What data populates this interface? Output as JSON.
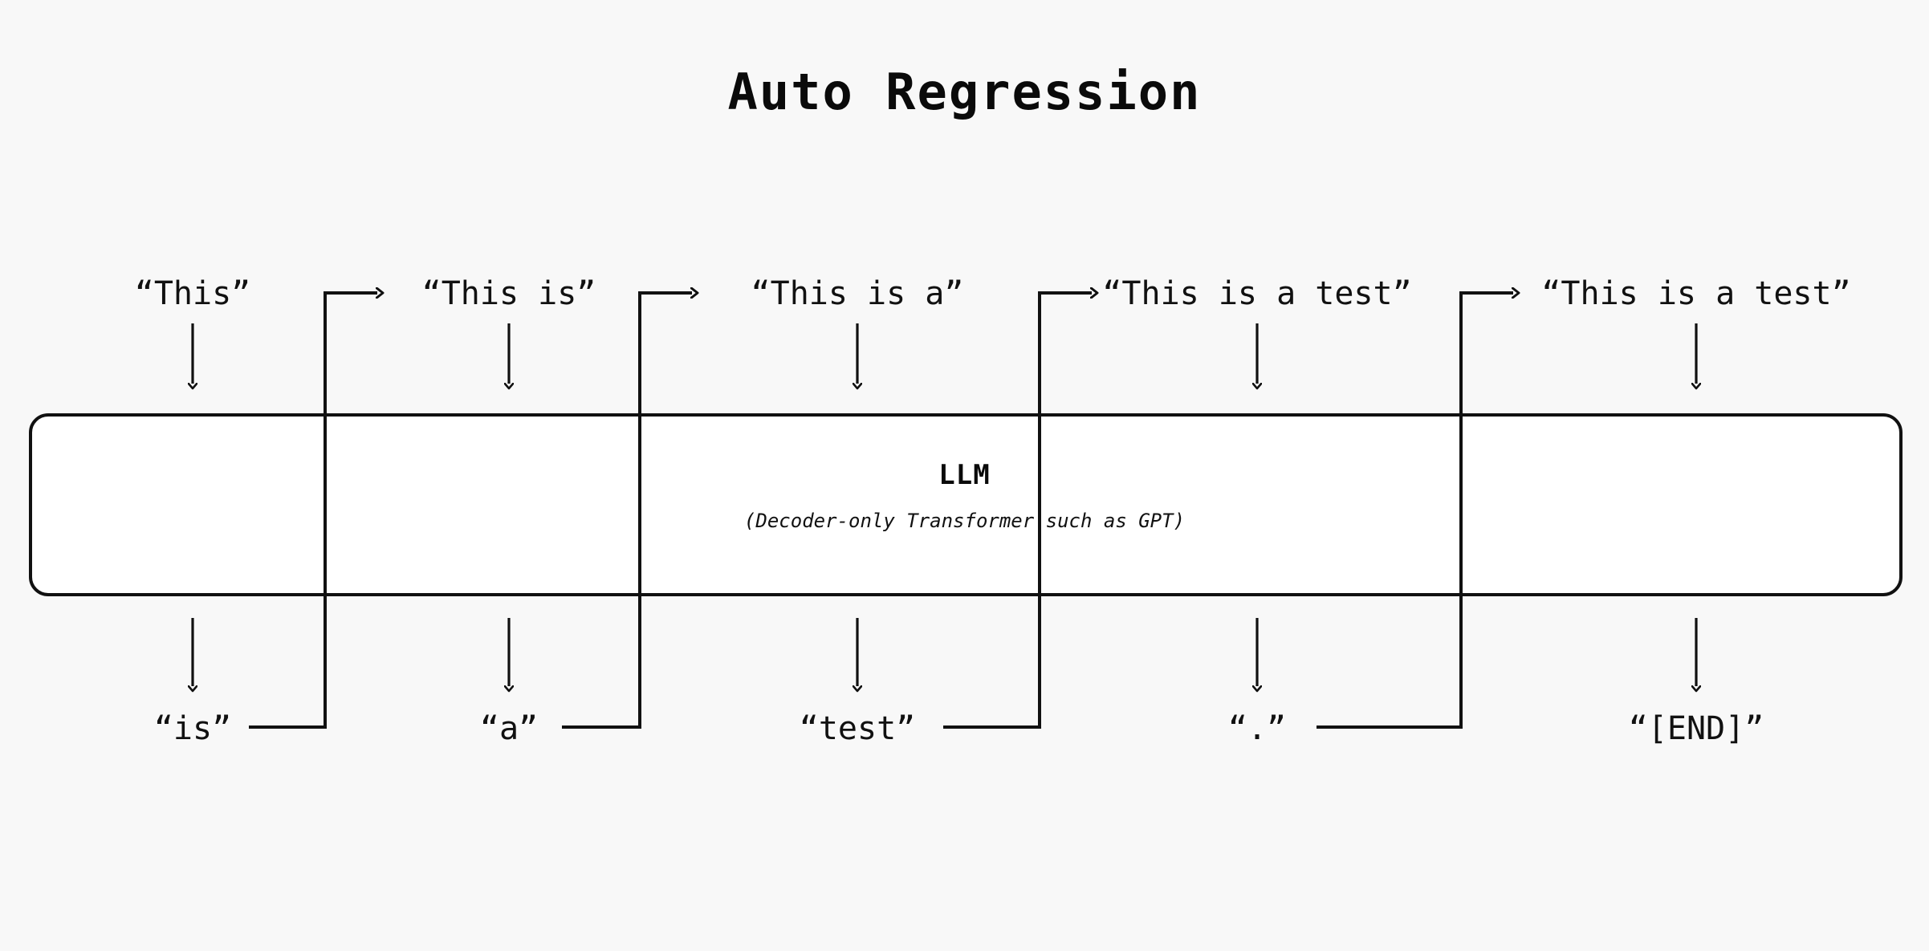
{
  "page": {
    "title": "Auto Regression",
    "background_color": "#f8f8f8",
    "stroke_color": "#111111"
  },
  "model_box": {
    "name": "LLM",
    "subtitle": "(Decoder-only Transformer such as GPT)",
    "fill_color": "#ffffff",
    "border_color": "#111111"
  },
  "steps": [
    {
      "input": "“This”",
      "output": "“is”"
    },
    {
      "input": "“This is”",
      "output": "“a”"
    },
    {
      "input": "“This is a”",
      "output": "“test”"
    },
    {
      "input": "“This is a test”",
      "output": "“.”"
    },
    {
      "input": "“This is a test”",
      "output": "“[END]”"
    }
  ],
  "icons": {
    "down_arrow": "down-arrow-icon",
    "feedback_arrow": "feedback-arrow-icon"
  }
}
